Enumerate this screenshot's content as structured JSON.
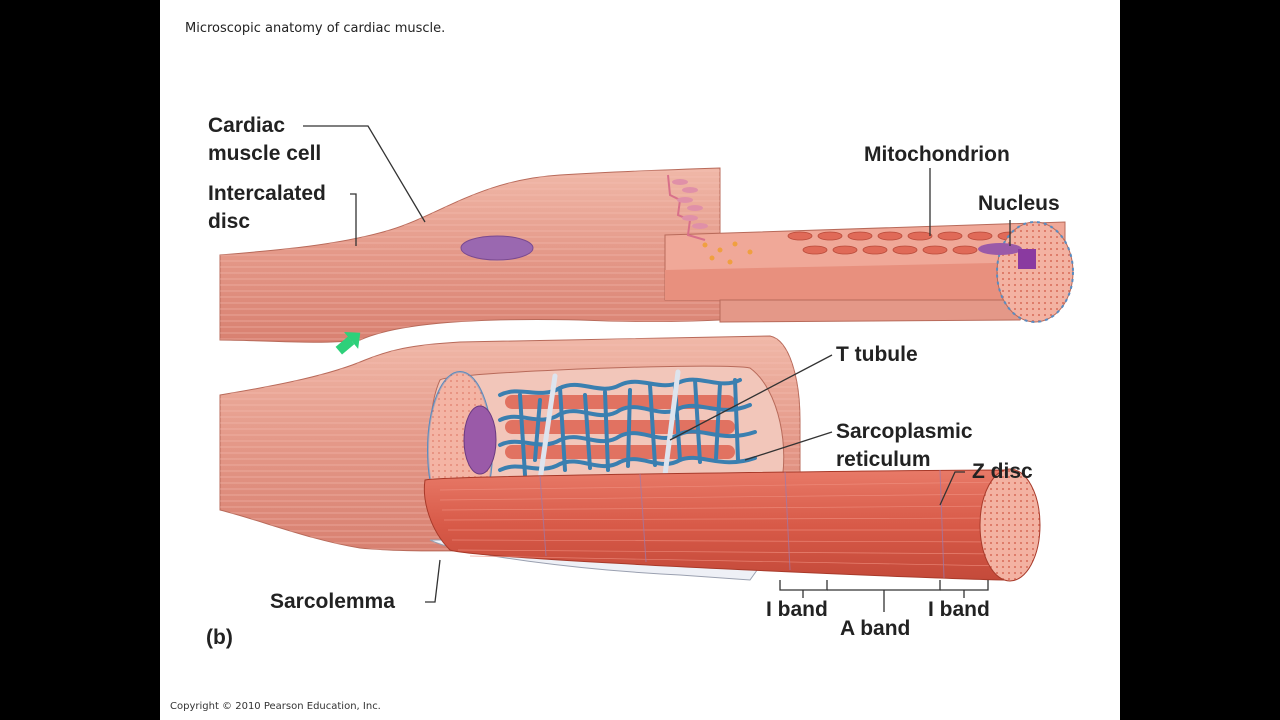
{
  "slide": {
    "title": "Microscopic anatomy of cardiac muscle.",
    "copyright": "Copyright © 2010 Pearson Education, Inc.",
    "panel_letter": "(b)"
  },
  "labels": {
    "cardiac_muscle_cell_1": "Cardiac",
    "cardiac_muscle_cell_2": "muscle cell",
    "intercalated_disc_1": "Intercalated",
    "intercalated_disc_2": "disc",
    "mitochondrion": "Mitochondrion",
    "nucleus": "Nucleus",
    "t_tubule": "T tubule",
    "sarcoplasmic_reticulum_1": "Sarcoplasmic",
    "sarcoplasmic_reticulum_2": "reticulum",
    "z_disc": "Z disc",
    "sarcolemma": "Sarcolemma",
    "i_band_left": "I band",
    "a_band": "A band",
    "i_band_right": "I band"
  },
  "colors": {
    "muscle": "#e8a090",
    "muscle_dark": "#c86a58",
    "myofibril": "#d95a48",
    "reticulum": "#3a7fb0",
    "nucleus": "#9a5aa8",
    "arrow": "#2ed07a"
  }
}
